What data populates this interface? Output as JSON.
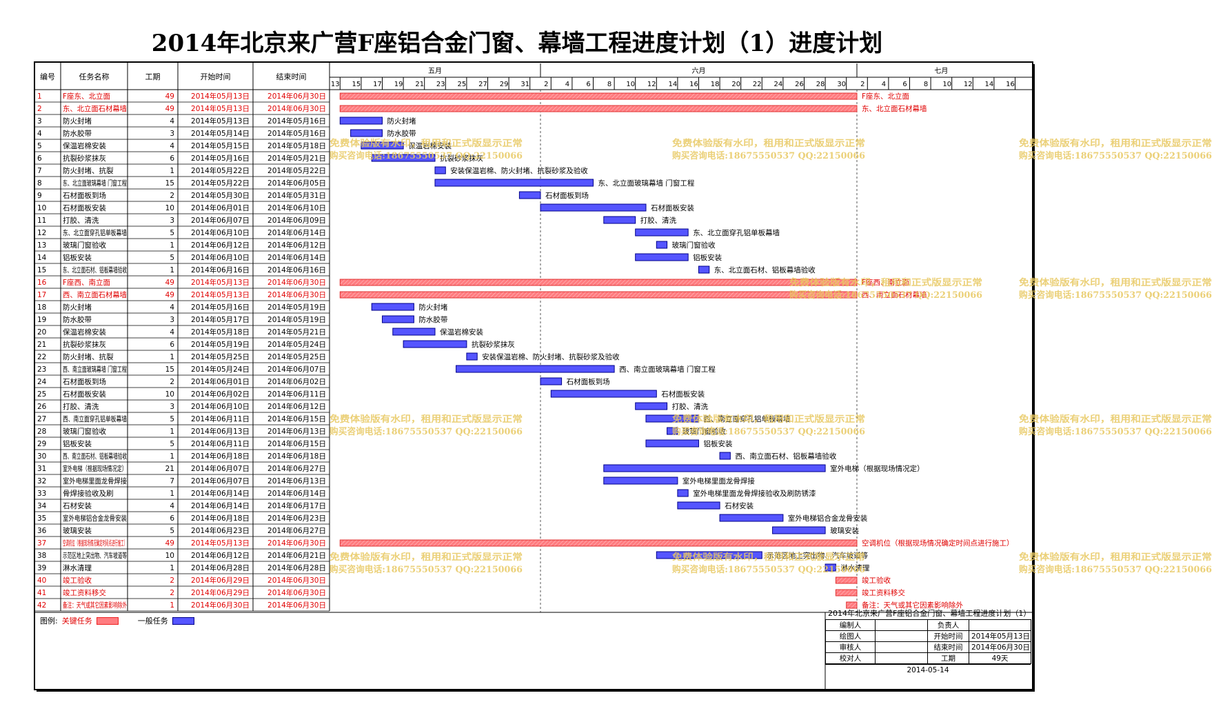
{
  "title": "2014年北京来广营F座铝合金门窗、幕墙工程进度计划（1）进度计划",
  "colors": {
    "critical_text": "#e00000",
    "critical_bar": "#ff7c80",
    "normal_bar": "#5555ff",
    "watermark": "#e8c860"
  },
  "table_headers": [
    "编号",
    "任务名称",
    "工期",
    "开始时间",
    "结束时间"
  ],
  "timeline": {
    "months": [
      "五月",
      "六月",
      "七月"
    ],
    "day_ticks": [
      "13",
      "15",
      "17",
      "19",
      "21",
      "23",
      "25",
      "27",
      "29",
      "31",
      "2",
      "4",
      "6",
      "8",
      "10",
      "12",
      "14",
      "16",
      "18",
      "20",
      "22",
      "24",
      "26",
      "28",
      "30",
      "2",
      "4",
      "6",
      "8",
      "10",
      "12",
      "14",
      "16"
    ]
  },
  "chart_data": {
    "type": "gantt",
    "title": "2014年北京来广营F座铝合金门窗、幕墙工程进度计划（1）进度计划",
    "x_range": [
      "2014-05-12",
      "2014-07-17"
    ],
    "tasks": [
      {
        "id": "1",
        "name": "F座东、北立面",
        "bar_label": "F座东、北立面",
        "duration": "49",
        "start": "2014年05月13日",
        "end": "2014年06月30日",
        "start_iso": "2014-05-13",
        "end_iso": "2014-06-30",
        "critical": true
      },
      {
        "id": "2",
        "name": "东、北立面石材幕墙",
        "bar_label": "东、北立面石材幕墙",
        "duration": "49",
        "start": "2014年05月13日",
        "end": "2014年06月30日",
        "start_iso": "2014-05-13",
        "end_iso": "2014-06-30",
        "critical": true
      },
      {
        "id": "3",
        "name": "防火封堵",
        "bar_label": "防火封堵",
        "duration": "4",
        "start": "2014年05月13日",
        "end": "2014年05月16日",
        "start_iso": "2014-05-13",
        "end_iso": "2014-05-16",
        "critical": false
      },
      {
        "id": "4",
        "name": "防水胶带",
        "bar_label": "防水胶带",
        "duration": "3",
        "start": "2014年05月14日",
        "end": "2014年05月16日",
        "start_iso": "2014-05-14",
        "end_iso": "2014-05-16",
        "critical": false
      },
      {
        "id": "5",
        "name": "保温岩棉安装",
        "bar_label": "保温岩棉安装",
        "duration": "4",
        "start": "2014年05月15日",
        "end": "2014年05月18日",
        "start_iso": "2014-05-15",
        "end_iso": "2014-05-18",
        "critical": false
      },
      {
        "id": "6",
        "name": "抗裂砂浆抹灰",
        "bar_label": "抗裂砂浆抹灰",
        "duration": "6",
        "start": "2014年05月16日",
        "end": "2014年05月21日",
        "start_iso": "2014-05-16",
        "end_iso": "2014-05-21",
        "critical": false
      },
      {
        "id": "7",
        "name": "防火封堵、抗裂",
        "bar_label": "安装保温岩棉、防火封堵、抗裂砂浆及验收",
        "duration": "1",
        "start": "2014年05月22日",
        "end": "2014年05月22日",
        "start_iso": "2014-05-22",
        "end_iso": "2014-05-22",
        "critical": false
      },
      {
        "id": "8",
        "name": "东、北立面玻璃幕墙 门窗工程",
        "bar_label": "东、北立面玻璃幕墙 门窗工程",
        "duration": "15",
        "start": "2014年05月22日",
        "end": "2014年06月05日",
        "start_iso": "2014-05-22",
        "end_iso": "2014-06-05",
        "critical": false
      },
      {
        "id": "9",
        "name": "石材面板到场",
        "bar_label": "石材面板到场",
        "duration": "2",
        "start": "2014年05月30日",
        "end": "2014年05月31日",
        "start_iso": "2014-05-30",
        "end_iso": "2014-05-31",
        "critical": false
      },
      {
        "id": "10",
        "name": "石材面板安装",
        "bar_label": "石材面板安装",
        "duration": "10",
        "start": "2014年06月01日",
        "end": "2014年06月10日",
        "start_iso": "2014-06-01",
        "end_iso": "2014-06-10",
        "critical": false
      },
      {
        "id": "11",
        "name": "打胶、清洗",
        "bar_label": "打胶、清洗",
        "duration": "3",
        "start": "2014年06月07日",
        "end": "2014年06月09日",
        "start_iso": "2014-06-07",
        "end_iso": "2014-06-09",
        "critical": false
      },
      {
        "id": "12",
        "name": "东、北立面穿孔铝单板幕墙",
        "bar_label": "东、北立面穿孔铝单板幕墙",
        "duration": "5",
        "start": "2014年06月10日",
        "end": "2014年06月14日",
        "start_iso": "2014-06-10",
        "end_iso": "2014-06-14",
        "critical": false
      },
      {
        "id": "13",
        "name": "玻璃门窗验收",
        "bar_label": "玻璃门窗验收",
        "duration": "1",
        "start": "2014年06月12日",
        "end": "2014年06月12日",
        "start_iso": "2014-06-12",
        "end_iso": "2014-06-12",
        "critical": false
      },
      {
        "id": "14",
        "name": "铝板安装",
        "bar_label": "铝板安装",
        "duration": "5",
        "start": "2014年06月10日",
        "end": "2014年06月14日",
        "start_iso": "2014-06-10",
        "end_iso": "2014-06-14",
        "critical": false
      },
      {
        "id": "15",
        "name": "东、北立面石材、铝板幕墙验收",
        "bar_label": "东、北立面石材、铝板幕墙验收",
        "duration": "1",
        "start": "2014年06月16日",
        "end": "2014年06月16日",
        "start_iso": "2014-06-16",
        "end_iso": "2014-06-16",
        "critical": false
      },
      {
        "id": "16",
        "name": "F座西、南立面",
        "bar_label": "F座西、南立面",
        "duration": "49",
        "start": "2014年05月13日",
        "end": "2014年06月30日",
        "start_iso": "2014-05-13",
        "end_iso": "2014-06-30",
        "critical": true
      },
      {
        "id": "17",
        "name": "西、南立面石材幕墙",
        "bar_label": "西、南立面石材幕墙",
        "duration": "49",
        "start": "2014年05月13日",
        "end": "2014年06月30日",
        "start_iso": "2014-05-13",
        "end_iso": "2014-06-30",
        "critical": true
      },
      {
        "id": "18",
        "name": "防火封堵",
        "bar_label": "防火封堵",
        "duration": "4",
        "start": "2014年05月16日",
        "end": "2014年05月19日",
        "start_iso": "2014-05-16",
        "end_iso": "2014-05-19",
        "critical": false
      },
      {
        "id": "19",
        "name": "防水胶带",
        "bar_label": "防水胶带",
        "duration": "3",
        "start": "2014年05月17日",
        "end": "2014年05月19日",
        "start_iso": "2014-05-17",
        "end_iso": "2014-05-19",
        "critical": false
      },
      {
        "id": "20",
        "name": "保温岩棉安装",
        "bar_label": "保温岩棉安装",
        "duration": "4",
        "start": "2014年05月18日",
        "end": "2014年05月21日",
        "start_iso": "2014-05-18",
        "end_iso": "2014-05-21",
        "critical": false
      },
      {
        "id": "21",
        "name": "抗裂砂浆抹灰",
        "bar_label": "抗裂砂浆抹灰",
        "duration": "6",
        "start": "2014年05月19日",
        "end": "2014年05月24日",
        "start_iso": "2014-05-19",
        "end_iso": "2014-05-24",
        "critical": false
      },
      {
        "id": "22",
        "name": "防火封堵、抗裂",
        "bar_label": "安装保温岩棉、防火封堵、抗裂砂浆及验收",
        "duration": "1",
        "start": "2014年05月25日",
        "end": "2014年05月25日",
        "start_iso": "2014-05-25",
        "end_iso": "2014-05-25",
        "critical": false
      },
      {
        "id": "23",
        "name": "西、南立面玻璃幕墙 门窗工程",
        "bar_label": "西、南立面玻璃幕墙 门窗工程",
        "duration": "15",
        "start": "2014年05月24日",
        "end": "2014年06月07日",
        "start_iso": "2014-05-24",
        "end_iso": "2014-06-07",
        "critical": false
      },
      {
        "id": "24",
        "name": "石材面板到场",
        "bar_label": "石材面板到场",
        "duration": "2",
        "start": "2014年06月01日",
        "end": "2014年06月02日",
        "start_iso": "2014-06-01",
        "end_iso": "2014-06-02",
        "critical": false
      },
      {
        "id": "25",
        "name": "石材面板安装",
        "bar_label": "石材面板安装",
        "duration": "10",
        "start": "2014年06月02日",
        "end": "2014年06月11日",
        "start_iso": "2014-06-02",
        "end_iso": "2014-06-11",
        "critical": false
      },
      {
        "id": "26",
        "name": "打胶、清洗",
        "bar_label": "打胶、清洗",
        "duration": "3",
        "start": "2014年06月10日",
        "end": "2014年06月12日",
        "start_iso": "2014-06-10",
        "end_iso": "2014-06-12",
        "critical": false
      },
      {
        "id": "27",
        "name": "西、南立面穿孔铝单板幕墙",
        "bar_label": "西、南立面穿孔铝单板幕墙",
        "duration": "5",
        "start": "2014年06月11日",
        "end": "2014年06月15日",
        "start_iso": "2014-06-11",
        "end_iso": "2014-06-15",
        "critical": false
      },
      {
        "id": "28",
        "name": "玻璃门窗验收",
        "bar_label": "玻璃门窗验收",
        "duration": "1",
        "start": "2014年06月13日",
        "end": "2014年06月13日",
        "start_iso": "2014-06-13",
        "end_iso": "2014-06-13",
        "critical": false
      },
      {
        "id": "29",
        "name": "铝板安装",
        "bar_label": "铝板安装",
        "duration": "5",
        "start": "2014年06月11日",
        "end": "2014年06月15日",
        "start_iso": "2014-06-11",
        "end_iso": "2014-06-15",
        "critical": false
      },
      {
        "id": "30",
        "name": "西、南立面石材、铝板幕墙验收",
        "bar_label": "西、南立面石材、铝板幕墙验收",
        "duration": "1",
        "start": "2014年06月18日",
        "end": "2014年06月18日",
        "start_iso": "2014-06-18",
        "end_iso": "2014-06-18",
        "critical": false
      },
      {
        "id": "31",
        "name": "室外电梯（根据现场情况定）",
        "bar_label": "室外电梯（根据现场情况定）",
        "duration": "21",
        "start": "2014年06月07日",
        "end": "2014年06月27日",
        "start_iso": "2014-06-07",
        "end_iso": "2014-06-27",
        "critical": false
      },
      {
        "id": "32",
        "name": "室外电梯里面龙骨焊接",
        "bar_label": "室外电梯里面龙骨焊接",
        "duration": "7",
        "start": "2014年06月07日",
        "end": "2014年06月13日",
        "start_iso": "2014-06-07",
        "end_iso": "2014-06-13",
        "critical": false
      },
      {
        "id": "33",
        "name": "骨焊接验收及刷",
        "bar_label": "室外电梯里面龙骨焊接验收及刷防锈漆",
        "duration": "1",
        "start": "2014年06月14日",
        "end": "2014年06月14日",
        "start_iso": "2014-06-14",
        "end_iso": "2014-06-14",
        "critical": false
      },
      {
        "id": "34",
        "name": "石材安装",
        "bar_label": "石材安装",
        "duration": "4",
        "start": "2014年06月14日",
        "end": "2014年06月17日",
        "start_iso": "2014-06-14",
        "end_iso": "2014-06-17",
        "critical": false
      },
      {
        "id": "35",
        "name": "室外电梯铝合金龙骨安装",
        "bar_label": "室外电梯铝合金龙骨安装",
        "duration": "6",
        "start": "2014年06月18日",
        "end": "2014年06月23日",
        "start_iso": "2014-06-18",
        "end_iso": "2014-06-23",
        "critical": false
      },
      {
        "id": "36",
        "name": "玻璃安装",
        "bar_label": "玻璃安装",
        "duration": "5",
        "start": "2014年06月23日",
        "end": "2014年06月27日",
        "start_iso": "2014-06-23",
        "end_iso": "2014-06-27",
        "critical": false
      },
      {
        "id": "37",
        "name": "空调机位（根据现场情况确定时间点进行施工）",
        "bar_label": "空调机位（根据现场情况确定时间点进行施工）",
        "duration": "49",
        "start": "2014年05月13日",
        "end": "2014年06月30日",
        "start_iso": "2014-05-13",
        "end_iso": "2014-06-30",
        "critical": true
      },
      {
        "id": "38",
        "name": "示范区地上突出物、汽车坡道等",
        "bar_label": "示范区地上突出物、汽车坡道等",
        "duration": "10",
        "start": "2014年06月12日",
        "end": "2014年06月21日",
        "start_iso": "2014-06-12",
        "end_iso": "2014-06-21",
        "critical": false
      },
      {
        "id": "39",
        "name": "淋水清理",
        "bar_label": "淋水清理",
        "duration": "1",
        "start": "2014年06月28日",
        "end": "2014年06月28日",
        "start_iso": "2014-06-28",
        "end_iso": "2014-06-28",
        "critical": false
      },
      {
        "id": "40",
        "name": "竣工验收",
        "bar_label": "竣工验收",
        "duration": "2",
        "start": "2014年06月29日",
        "end": "2014年06月30日",
        "start_iso": "2014-06-29",
        "end_iso": "2014-06-30",
        "critical": true
      },
      {
        "id": "41",
        "name": "竣工资料移交",
        "bar_label": "竣工资料移交",
        "duration": "2",
        "start": "2014年06月29日",
        "end": "2014年06月30日",
        "start_iso": "2014-06-29",
        "end_iso": "2014-06-30",
        "critical": true
      },
      {
        "id": "42",
        "name": "备注：天气或其它因素影响除外",
        "bar_label": "备注：天气或其它因素影响除外",
        "duration": "1",
        "start": "2014年06月30日",
        "end": "2014年06月30日",
        "start_iso": "2014-06-30",
        "end_iso": "2014-06-30",
        "critical": true
      }
    ]
  },
  "watermark": {
    "line1": "免费体验版有水印，租用和正式版显示正常",
    "line2": "购买咨询电话:18675550537 QQ:22150066"
  },
  "legend": {
    "label": "图例:",
    "critical": "关键任务",
    "normal": "一般任务"
  },
  "info_box": {
    "title": "2014年北京来广营F座铝合金门窗、幕墙工程进度计划（1）",
    "rows": [
      [
        "编制人",
        "",
        "负责人",
        ""
      ],
      [
        "绘图人",
        "",
        "开始时间",
        "2014年05月13日"
      ],
      [
        "审核人",
        "",
        "结束时间",
        "2014年06月30日"
      ],
      [
        "校对人",
        "",
        "工期",
        "49天"
      ]
    ],
    "date": "2014-05-14"
  }
}
